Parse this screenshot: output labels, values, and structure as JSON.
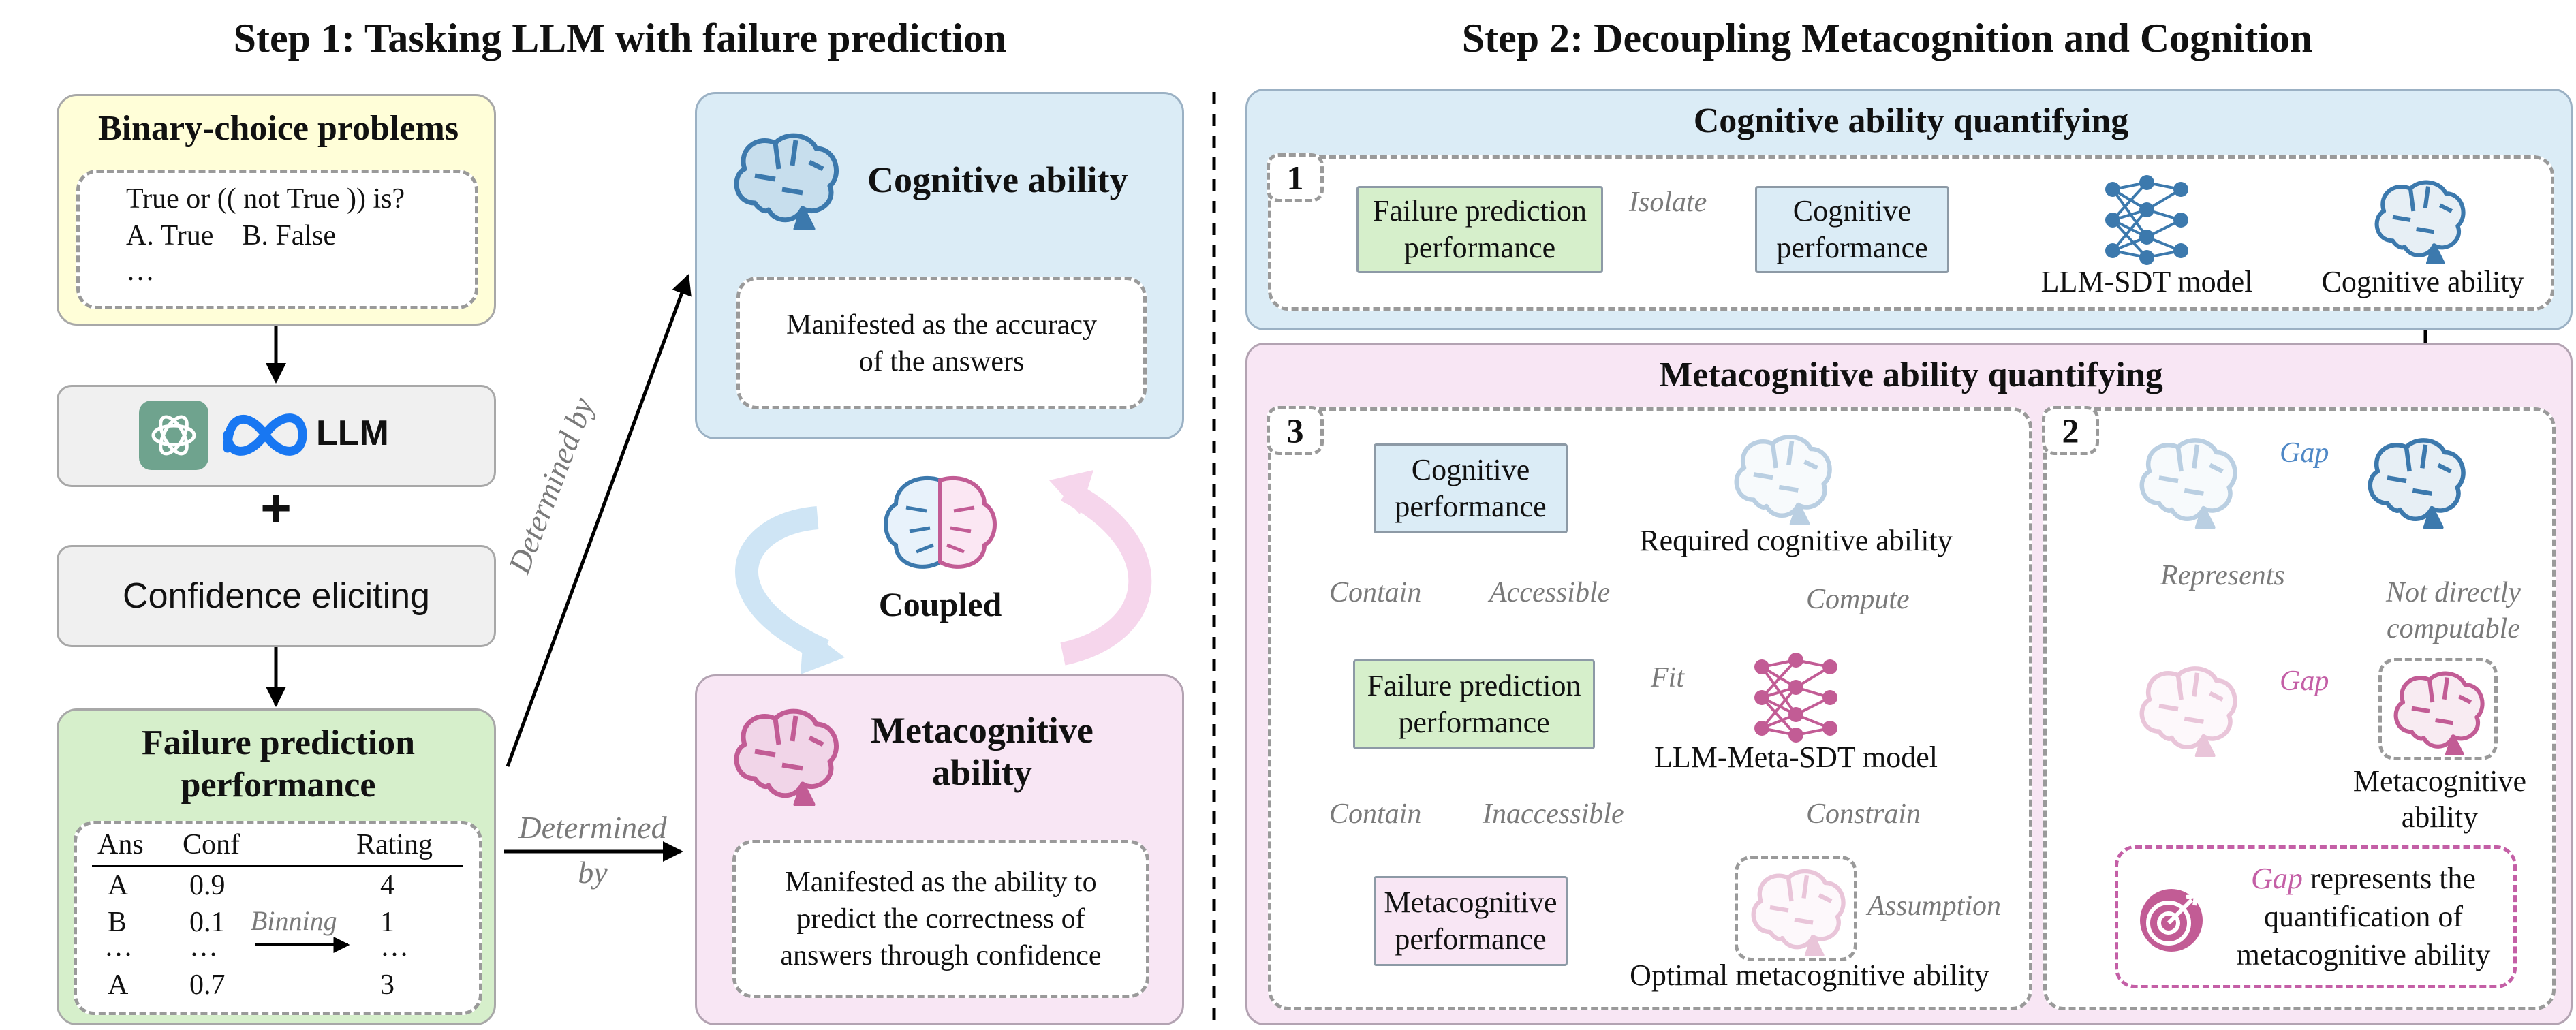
{
  "step1": {
    "title": "Step 1: Tasking LLM with failure prediction",
    "binary_box": {
      "title": "Binary-choice problems",
      "question": "True or (( not True )) is?",
      "options": "A. True    B. False",
      "ellipsis": "…"
    },
    "llm_box": {
      "label": "LLM",
      "icons": [
        "openai-logo-icon",
        "meta-logo-icon"
      ]
    },
    "plus": "+",
    "confidence_box": {
      "label": "Confidence eliciting"
    },
    "failure_box": {
      "title_line1": "Failure prediction",
      "title_line2": "performance",
      "table": {
        "headers": [
          "Ans",
          "Conf",
          "Rating"
        ],
        "rows": [
          [
            "A",
            "0.9",
            "4"
          ],
          [
            "B",
            "0.1",
            "1"
          ],
          [
            "…",
            "…",
            "…"
          ],
          [
            "A",
            "0.7",
            "3"
          ]
        ],
        "binning_label": "Binning"
      }
    },
    "arrow_up_label": "Determined by",
    "arrow_right_label_line1": "Determined",
    "arrow_right_label_line2": "by",
    "cognitive_box": {
      "title": "Cognitive ability",
      "desc_line1": "Manifested as the accuracy",
      "desc_line2": "of the answers"
    },
    "coupled_label": "Coupled",
    "metacog_box": {
      "title_line1": "Metacognitive",
      "title_line2": "ability",
      "desc_line1": "Manifested as the ability to",
      "desc_line2": "predict the correctness of",
      "desc_line3": "answers through confidence"
    }
  },
  "step2": {
    "title": "Step 2: Decoupling Metacognition and Cognition",
    "cog_panel": {
      "title": "Cognitive ability quantifying",
      "num": "1",
      "fp_line1": "Failure prediction",
      "fp_line2": "performance",
      "isolate": "Isolate",
      "cp_line1": "Cognitive",
      "cp_line2": "performance",
      "model": "LLM-SDT model",
      "ability": "Cognitive ability"
    },
    "meta_panel": {
      "title": "Metacognitive ability quantifying",
      "left": {
        "num": "3",
        "cog_perf_line1": "Cognitive",
        "cog_perf_line2": "performance",
        "contain1": "Contain",
        "accessible": "Accessible",
        "fp_line1": "Failure prediction",
        "fp_line2": "performance",
        "contain2": "Contain",
        "inaccessible": "Inaccessible",
        "meta_perf_line1": "Metacognitive",
        "meta_perf_line2": "performance",
        "required": "Required cognitive ability",
        "compute": "Compute",
        "fit": "Fit",
        "model": "LLM-Meta-SDT model",
        "constrain": "Constrain",
        "assumption": "Assumption",
        "optimal": "Optimal metacognitive ability"
      },
      "right": {
        "num": "2",
        "gap_top": "Gap",
        "represents": "Represents",
        "not_directly_line1": "Not directly",
        "not_directly_line2": "computable",
        "gap_bottom": "Gap",
        "meta_line1": "Metacognitive",
        "meta_line2": "ability",
        "note_gap": "Gap",
        "note_line1": " represents the",
        "note_line2": "quantification of",
        "note_line3": "metacognitive ability"
      }
    }
  },
  "colors": {
    "yellow_bg": "#fffed8",
    "grey_bg": "#f0f0f0",
    "green_bg": "#d6efcb",
    "blue_bg": "#dbecf6",
    "pink_bg": "#f8e6f4",
    "blue_brain": "#3c79ad",
    "pink_brain": "#c25c95",
    "target": "#c25c95",
    "gap_blue": "#4f88c6",
    "gap_pink": "#c45fa6"
  }
}
